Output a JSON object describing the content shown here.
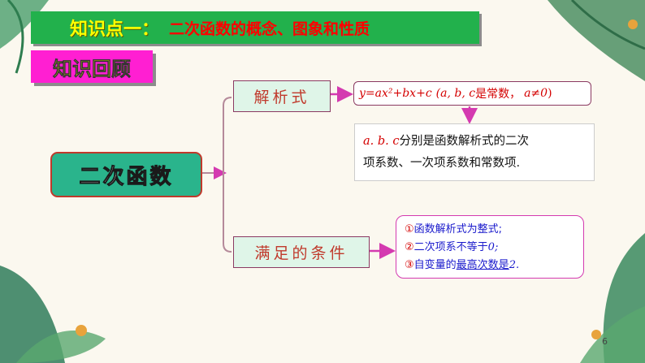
{
  "title": {
    "part1": "知识点一：",
    "part2": "二次函数的概念、图象和性质"
  },
  "review_label": "知识回顾",
  "main_node": "二次函数",
  "branch1": {
    "label": "解析式",
    "formula": {
      "expr": "y=ax²+bx+c",
      "vars": "(a, b, c",
      "const_text": "是常数，",
      "cond": "a≠0",
      "close": ")"
    },
    "desc": {
      "vars": "a. b. c",
      "text1": "分别是函数解析式的二次",
      "text2": "项系数、一次项系数和常数项."
    }
  },
  "branch2": {
    "label": "满足的条件",
    "conditions": [
      {
        "num": "①",
        "text": "函数解析式为整式;"
      },
      {
        "num": "②",
        "text": "二次项系不等于",
        "tail": "0;"
      },
      {
        "num": "③",
        "text": "自变量的",
        "emph": "最高次数是",
        "tail": "2."
      }
    ]
  },
  "page_number": "6",
  "colors": {
    "title_bg": "#22b14c",
    "review_bg": "#ff1fd2",
    "main_bg": "#2ab48c",
    "accent": "#d43ab0"
  }
}
